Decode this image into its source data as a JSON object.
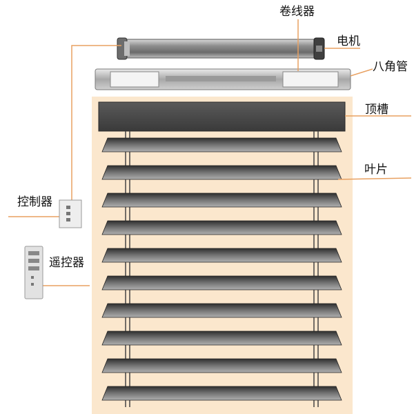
{
  "labels": {
    "winder": "卷线器",
    "motor": "电机",
    "octagon_tube": "八角管",
    "headrail": "顶槽",
    "slats": "叶片",
    "controller": "控制器",
    "remote": "遥控器"
  },
  "colors": {
    "backdrop": "#fbe7cd",
    "slat_dark": "#3c3c3c",
    "slat_light": "#9a9a9a",
    "leader_line": "#e8a060",
    "headrail": "#4a4a4a"
  },
  "slat_count": 10
}
